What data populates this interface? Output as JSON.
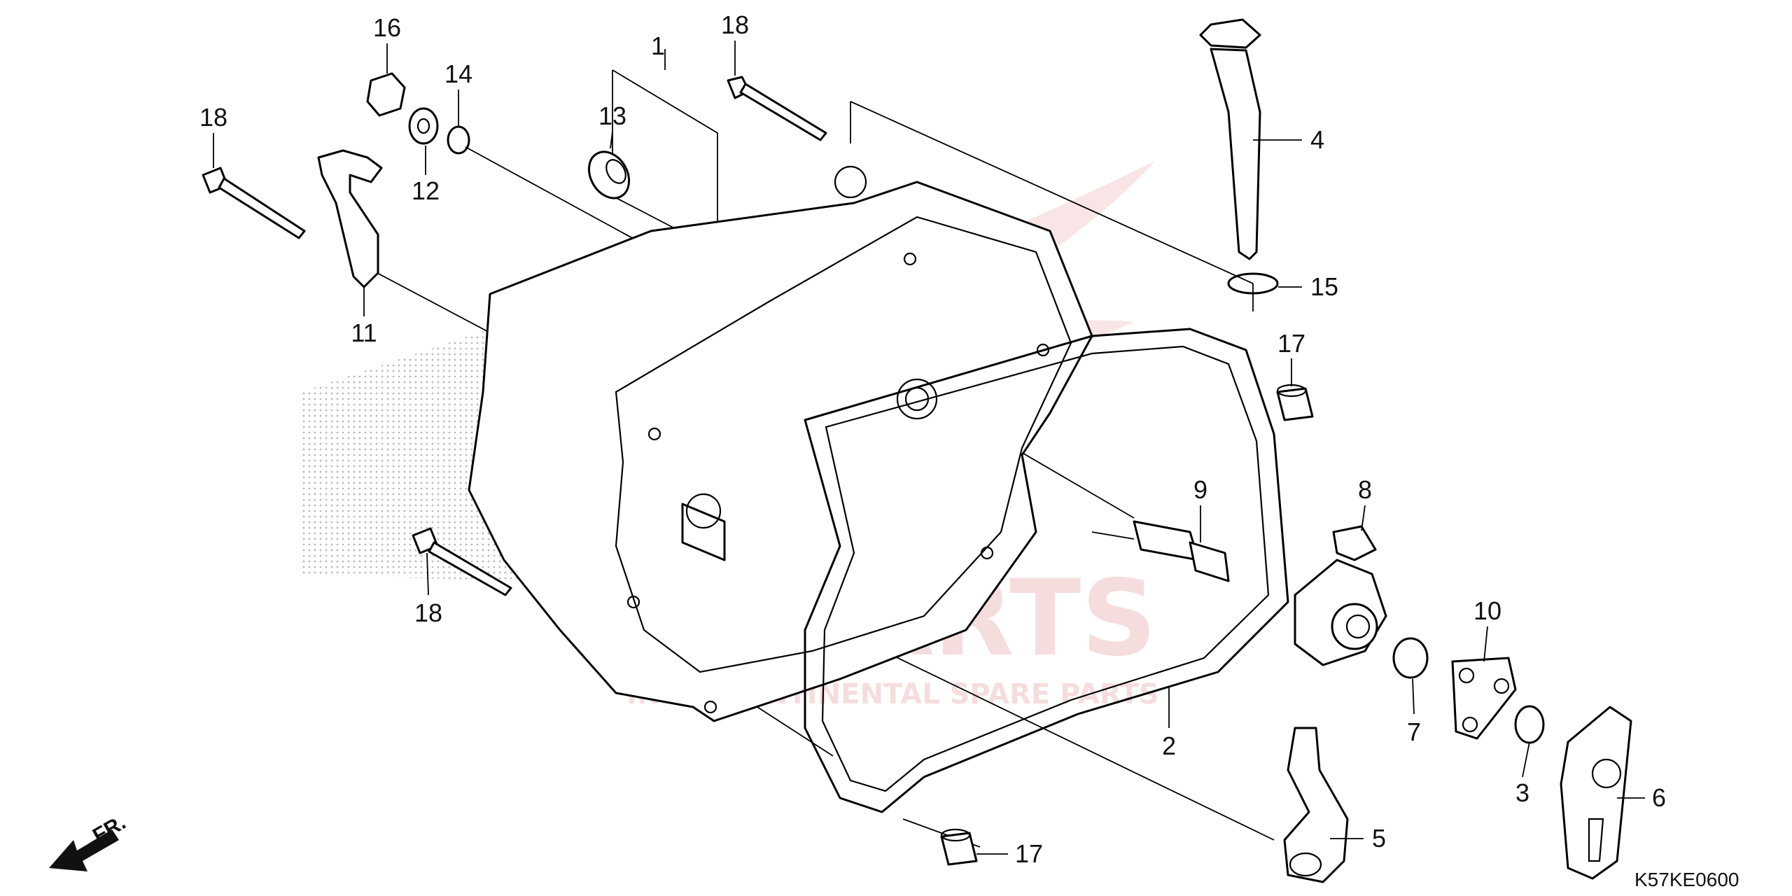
{
  "labels": {
    "l1": "1",
    "l2": "2",
    "l3": "3",
    "l4": "4",
    "l5": "5",
    "l6": "6",
    "l7": "7",
    "l8": "8",
    "l9": "9",
    "l10": "10",
    "l11": "11",
    "l12": "12",
    "l13": "13",
    "l14": "14",
    "l15": "15",
    "l16": "16",
    "l17a": "17",
    "l17b": "17",
    "l18a": "18",
    "l18b": "18",
    "l18c": "18"
  },
  "direction_label": "FR.",
  "diagram_code": "K57KE0600",
  "watermark": {
    "brand": "CSPARTS",
    "tagline": "INTERCONTINENTAL SPARE PARTS"
  },
  "colors": {
    "watermark": "#e8a0a0",
    "line": "#000000"
  }
}
